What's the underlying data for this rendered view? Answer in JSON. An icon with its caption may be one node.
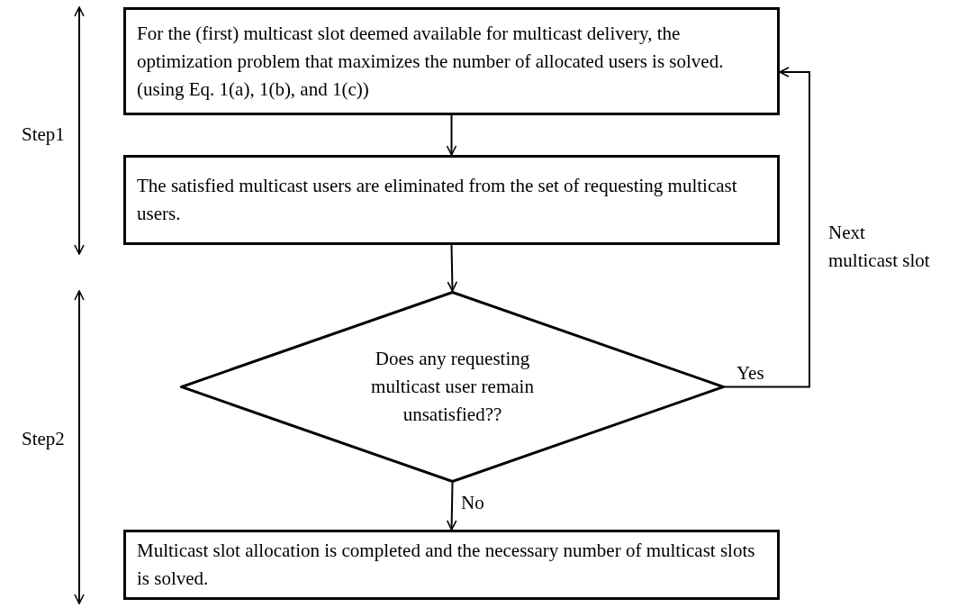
{
  "diagram": {
    "nodes": [
      {
        "text": [
          "For the (first) multicast slot deemed available for multicast delivery, the optimization problem that maximizes the number of allocated users is solved. (using Eq. 1(a), 1(b), and 1(c))"
        ]
      },
      {
        "text": [
          "The satisfied multicast users are eliminated from the set of requesting multicast users."
        ]
      },
      {
        "text": [
          "Does any requesting multicast user remain unsatisfied??"
        ]
      },
      {
        "text": [
          "Multicast slot allocation is completed and the necessary number of multicast slots is solved."
        ]
      }
    ],
    "edges": [
      {
        "from": 0,
        "to": 1,
        "arrow": "to"
      },
      {
        "from": 1,
        "to": 2,
        "arrow": "to"
      },
      {
        "from": 2,
        "to": 0,
        "arrow": "to",
        "label": "Yes"
      },
      {
        "from": 2,
        "to": 3,
        "arrow": "to",
        "label": "No"
      }
    ],
    "labels": [
      "Step1",
      "Next multicast slot",
      "Step2"
    ]
  }
}
